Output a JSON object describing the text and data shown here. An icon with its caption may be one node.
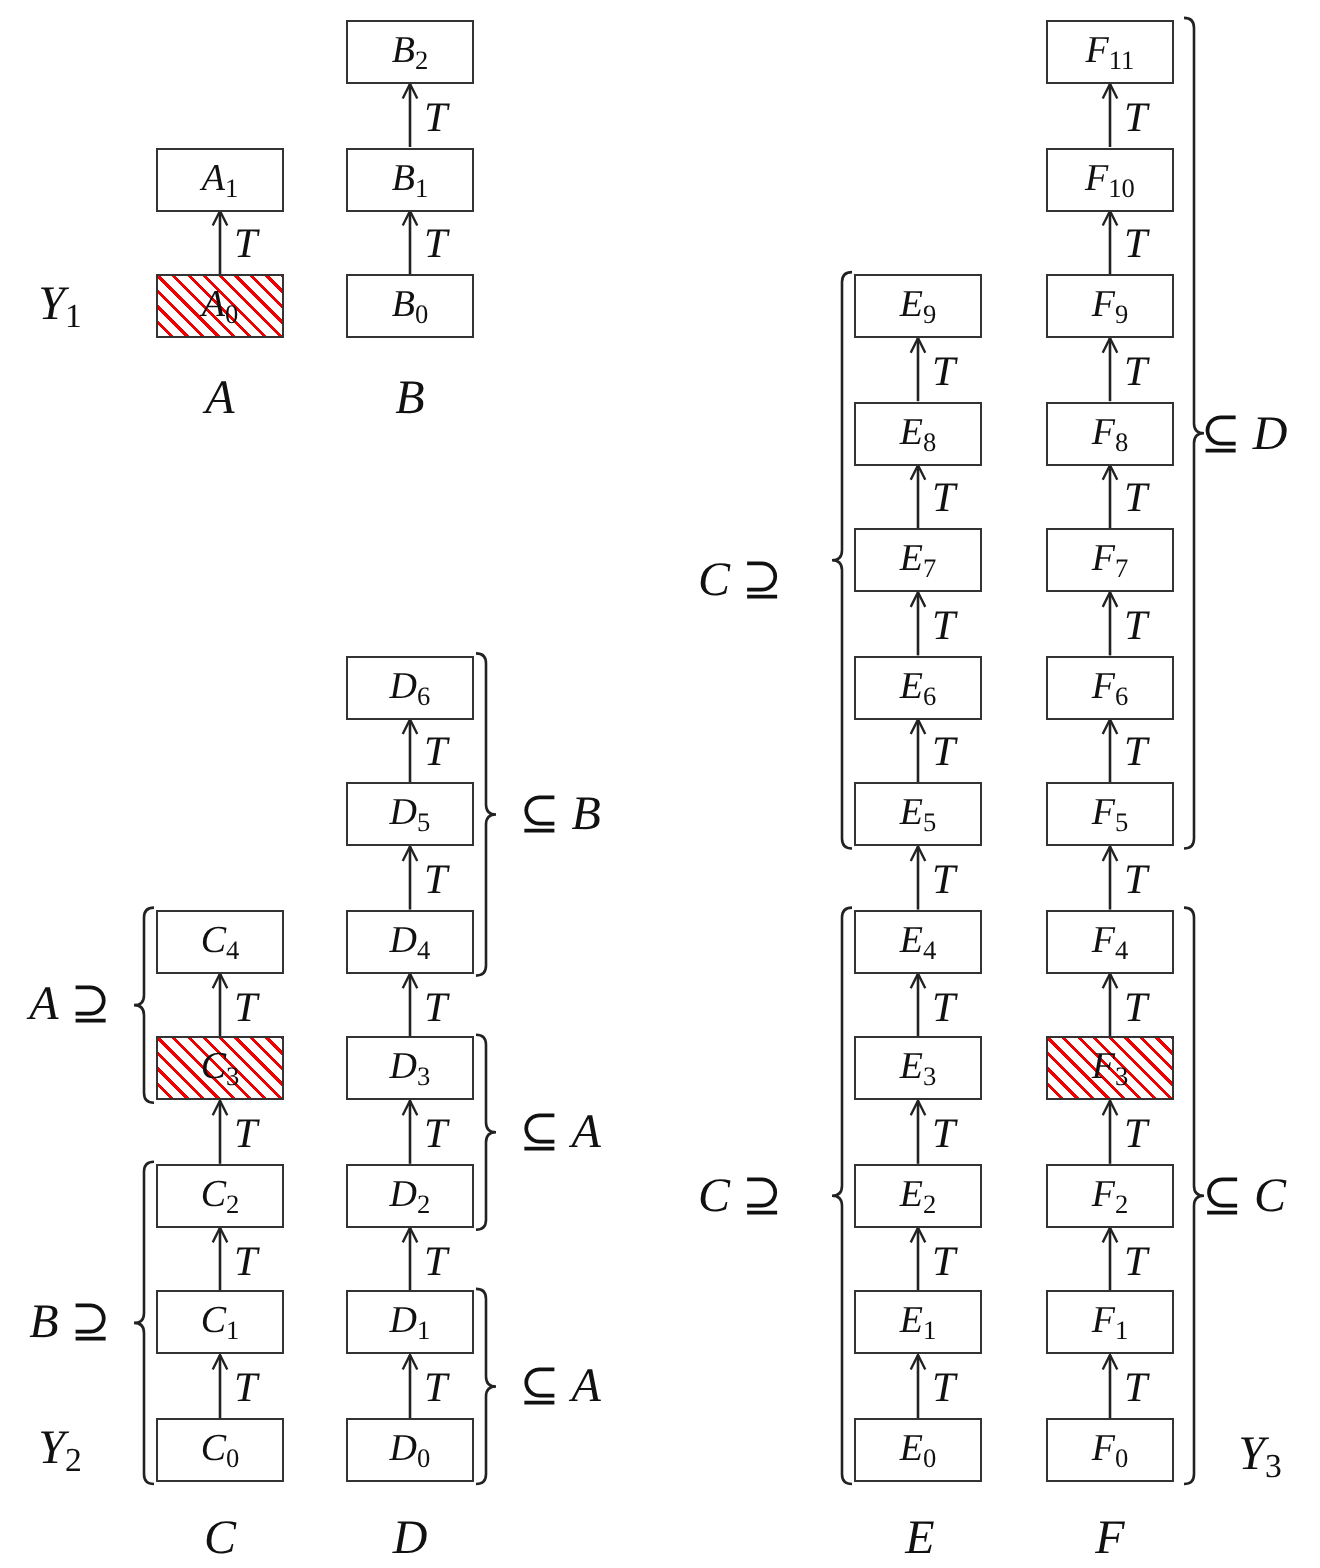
{
  "diagram": {
    "nodes": [
      {
        "text": [
          "*A*$_{0}$"
        ]
      },
      {
        "text": [
          "*A*$_{1}$"
        ]
      },
      {
        "text": [
          "*B*$_{0}$"
        ]
      },
      {
        "text": [
          "*B*$_{1}$"
        ]
      },
      {
        "text": [
          "*B*$_{2}$"
        ]
      },
      {
        "text": [
          "*C*$_{0}$"
        ]
      },
      {
        "text": [
          "*C*$_{1}$"
        ]
      },
      {
        "text": [
          "*C*$_{2}$"
        ]
      },
      {
        "text": [
          "*C*$_{3}$"
        ]
      },
      {
        "text": [
          "*C*$_{4}$"
        ]
      },
      {
        "text": [
          "*D*$_{0}$"
        ]
      },
      {
        "text": [
          "*D*$_{1}$"
        ]
      },
      {
        "text": [
          "*D*$_{2}$"
        ]
      },
      {
        "text": [
          "*D*$_{3}$"
        ]
      },
      {
        "text": [
          "*D*$_{4}$"
        ]
      },
      {
        "text": [
          "*D*$_{5}$"
        ]
      },
      {
        "text": [
          "*D*$_{6}$"
        ]
      },
      {
        "text": [
          "*E*$_{0}$"
        ]
      },
      {
        "text": [
          "*E*$_{1}$"
        ]
      },
      {
        "text": [
          "*E*$_{2}$"
        ]
      },
      {
        "text": [
          "*E*$_{3}$"
        ]
      },
      {
        "text": [
          "*E*$_{4}$"
        ]
      },
      {
        "text": [
          "*E*$_{5}$"
        ]
      },
      {
        "text": [
          "*E*$_{6}$"
        ]
      },
      {
        "text": [
          "*E*$_{7}$"
        ]
      },
      {
        "text": [
          "*E*$_{8}$"
        ]
      },
      {
        "text": [
          "*E*$_{9}$"
        ]
      },
      {
        "text": [
          "*F*$_{0}$"
        ]
      },
      {
        "text": [
          "*F*$_{1}$"
        ]
      },
      {
        "text": [
          "*F*$_{2}$"
        ]
      },
      {
        "text": [
          "*F*$_{3}$"
        ]
      },
      {
        "text": [
          "*F*$_{4}$"
        ]
      },
      {
        "text": [
          "*F*$_{5}$"
        ]
      },
      {
        "text": [
          "*F*$_{6}$"
        ]
      },
      {
        "text": [
          "*F*$_{7}$"
        ]
      },
      {
        "text": [
          "*F*$_{8}$"
        ]
      },
      {
        "text": [
          "*F*$_{9}$"
        ]
      },
      {
        "text": [
          "*F*$_{10}$"
        ]
      },
      {
        "text": [
          "*F*$_{11}$"
        ]
      }
    ],
    "edges": [
      {
        "from": 0,
        "to": 1,
        "arrow": "to",
        "label": "T"
      },
      {
        "from": 2,
        "to": 3,
        "arrow": "to",
        "label": "T"
      },
      {
        "from": 3,
        "to": 4,
        "arrow": "to",
        "label": "T"
      },
      {
        "from": 5,
        "to": 6,
        "arrow": "to",
        "label": "T"
      },
      {
        "from": 6,
        "to": 7,
        "arrow": "to",
        "label": "T"
      },
      {
        "from": 7,
        "to": 8,
        "arrow": "to",
        "label": "T"
      },
      {
        "from": 8,
        "to": 9,
        "arrow": "to",
        "label": "T"
      },
      {
        "from": 10,
        "to": 11,
        "arrow": "to",
        "label": "T"
      },
      {
        "from": 11,
        "to": 12,
        "arrow": "to",
        "label": "T"
      },
      {
        "from": 12,
        "to": 13,
        "arrow": "to",
        "label": "T"
      },
      {
        "from": 13,
        "to": 14,
        "arrow": "to",
        "label": "T"
      },
      {
        "from": 14,
        "to": 15,
        "arrow": "to",
        "label": "T"
      },
      {
        "from": 15,
        "to": 16,
        "arrow": "to",
        "label": "T"
      },
      {
        "from": 17,
        "to": 18,
        "arrow": "to",
        "label": "T"
      },
      {
        "from": 18,
        "to": 19,
        "arrow": "to",
        "label": "T"
      },
      {
        "from": 19,
        "to": 20,
        "arrow": "to",
        "label": "T"
      },
      {
        "from": 20,
        "to": 21,
        "arrow": "to",
        "label": "T"
      },
      {
        "from": 21,
        "to": 22,
        "arrow": "to",
        "label": "T"
      },
      {
        "from": 22,
        "to": 23,
        "arrow": "to",
        "label": "T"
      },
      {
        "from": 23,
        "to": 24,
        "arrow": "to",
        "label": "T"
      },
      {
        "from": 24,
        "to": 25,
        "arrow": "to",
        "label": "T"
      },
      {
        "from": 25,
        "to": 26,
        "arrow": "to",
        "label": "T"
      },
      {
        "from": 27,
        "to": 28,
        "arrow": "to",
        "label": "T"
      },
      {
        "from": 28,
        "to": 29,
        "arrow": "to",
        "label": "T"
      },
      {
        "from": 29,
        "to": 30,
        "arrow": "to",
        "label": "T"
      },
      {
        "from": 30,
        "to": 31,
        "arrow": "to",
        "label": "T"
      },
      {
        "from": 31,
        "to": 32,
        "arrow": "to",
        "label": "T"
      },
      {
        "from": 32,
        "to": 33,
        "arrow": "to",
        "label": "T"
      },
      {
        "from": 33,
        "to": 34,
        "arrow": "to",
        "label": "T"
      },
      {
        "from": 34,
        "to": 35,
        "arrow": "to",
        "label": "T"
      },
      {
        "from": 35,
        "to": 36,
        "arrow": "to",
        "label": "T"
      },
      {
        "from": 36,
        "to": 37,
        "arrow": "to",
        "label": "T"
      },
      {
        "from": 37,
        "to": 38,
        "arrow": "to",
        "label": "T"
      }
    ],
    "labels": [
      "*Y*$_{1}$",
      "*A*",
      "*B*",
      "⊆ *D*",
      "*C* ⊇",
      "⊆ *B*",
      "*A* ⊇",
      "⊆ *A*",
      "*C* ⊇",
      "⊆ *C*",
      "*B* ⊇",
      "⊆ *A*",
      "*Y*$_{2}$",
      "*Y*$_{3}$",
      "*C*",
      "*D*",
      "*E*",
      "*F*"
    ]
  }
}
